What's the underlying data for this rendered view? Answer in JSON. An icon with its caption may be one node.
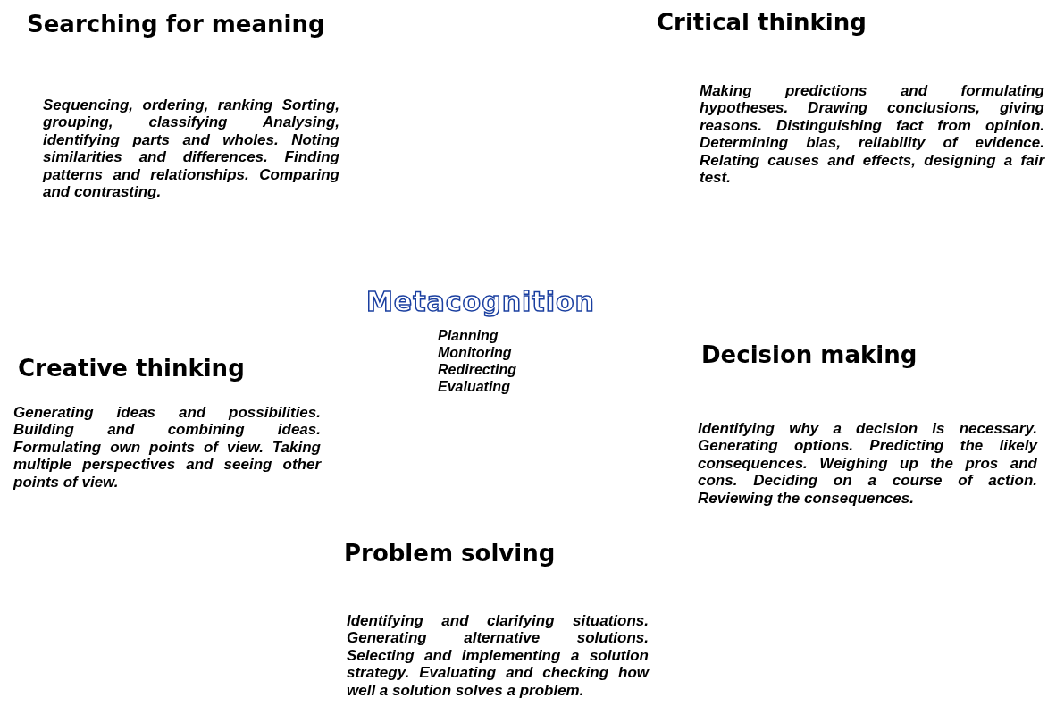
{
  "diagram": {
    "labels": [
      "Searching for meaning",
      "Critical thinking",
      "Sequencing, ordering, ranking Sorting, grouping, classifying Analysing, identifying parts and wholes. Noting similarities and differences. Finding patterns and relationships. Comparing and contrasting.",
      "Making predictions and formulating hypotheses. Drawing conclusions, giving reasons. Distinguishing fact from opinion. Determining bias, reliability of evidence. Relating causes and effects, designing a fair test.",
      "Metacognition",
      "Planning",
      "Monitoring",
      "Redirecting",
      "Evaluating",
      "Decision making",
      "Creative thinking",
      "Generating ideas and possibilities. Building and combining ideas. Formulating own points of view. Taking multiple perspectives and seeing other points of view.",
      "Identifying why a decision is necessary. Generating options. Predicting the likely consequences. Weighing up the pros and cons. Deciding on a course of action. Reviewing the consequences.",
      "Problem solving",
      "Identifying and clarifying situations. Generating alternative solutions. Selecting and implementing a solution strategy. Evaluating and checking how well a solution solves a problem."
    ]
  }
}
